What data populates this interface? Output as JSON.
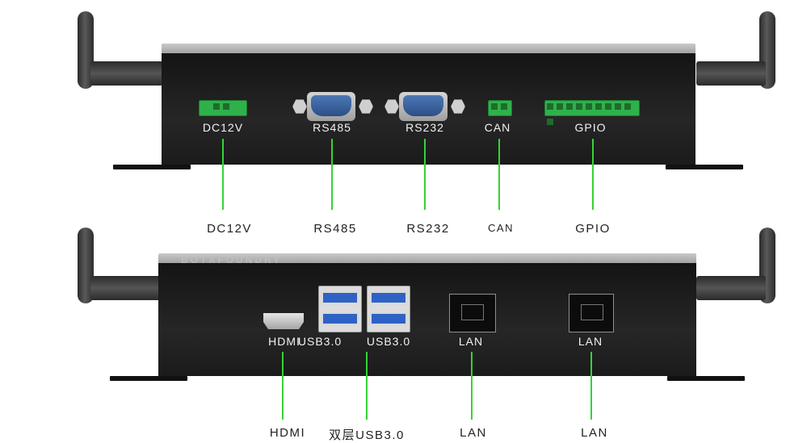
{
  "top_device": {
    "ports": [
      {
        "id": "dc12v",
        "label": "DC12V"
      },
      {
        "id": "rs485",
        "label": "RS485"
      },
      {
        "id": "rs232",
        "label": "RS232"
      },
      {
        "id": "can",
        "label": "CAN"
      },
      {
        "id": "gpio",
        "label": "GPIO"
      }
    ],
    "callouts": [
      "DC12V",
      "RS485",
      "RS232",
      "CAN",
      "GPIO"
    ]
  },
  "bottom_device": {
    "brand": "BOTXFOUNDRY",
    "ports": [
      {
        "id": "hdmi",
        "label": "HDMI"
      },
      {
        "id": "usb1",
        "label": "USB3.0"
      },
      {
        "id": "usb2",
        "label": "USB3.0"
      },
      {
        "id": "lan1",
        "label": "LAN"
      },
      {
        "id": "lan2",
        "label": "LAN"
      }
    ],
    "callouts": [
      "HDMI",
      "双层USB3.0",
      "LAN",
      "LAN"
    ]
  },
  "colors": {
    "callout_line": "#35d335",
    "terminal": "#2fb14a",
    "serial": "#3a64a6",
    "usb": "#2f62c5"
  }
}
